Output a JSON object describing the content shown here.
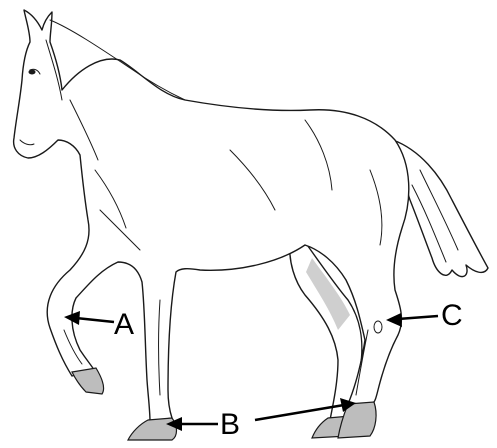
{
  "diagram": {
    "labels": {
      "A": "A",
      "B": "B",
      "C": "C"
    },
    "colors": {
      "outline": "#1a1a1a",
      "shading": "#cfcfcf",
      "hoof": "#bdbdbd",
      "arrow": "#000000"
    }
  }
}
